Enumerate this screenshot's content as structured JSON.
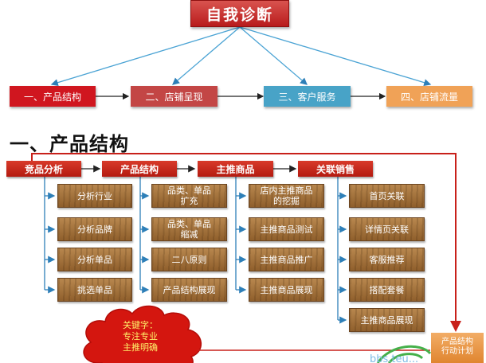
{
  "title": "自我诊断",
  "categories": [
    {
      "label": "一、产品结构",
      "color": "#d0161f"
    },
    {
      "label": "二、店铺呈现",
      "color": "#c34645"
    },
    {
      "label": "三、客户服务",
      "color": "#48a3c7"
    },
    {
      "label": "四、店铺流量",
      "color": "#f0a257"
    }
  ],
  "section": {
    "title": "一、产品结构",
    "columns": [
      {
        "header": "竞品分析",
        "items": [
          "分析行业",
          "分析品牌",
          "分析单品",
          "挑选单品"
        ]
      },
      {
        "header": "产品结构",
        "items": [
          "品类、单品\n扩充",
          "品类、单品\n缩减",
          "二八原则",
          "产品结构展现"
        ]
      },
      {
        "header": "主推商品",
        "items": [
          "店内主推商品\n的挖掘",
          "主推商品测试",
          "主推商品推广",
          "主推商品展现"
        ]
      },
      {
        "header": "关联销售",
        "items": [
          "首页关联",
          "详情页关联",
          "客服推荐",
          "搭配套餐",
          "主推商品展现"
        ]
      }
    ]
  },
  "keyword_cloud": {
    "lines": [
      "关键字：",
      "专注专业",
      "主推明确"
    ]
  },
  "plan_box": "产品结构\n行动计划",
  "colors": {
    "accent_red": "#c8201a",
    "arrow_blue": "#2e7fb8",
    "wood": "#a67440"
  }
}
